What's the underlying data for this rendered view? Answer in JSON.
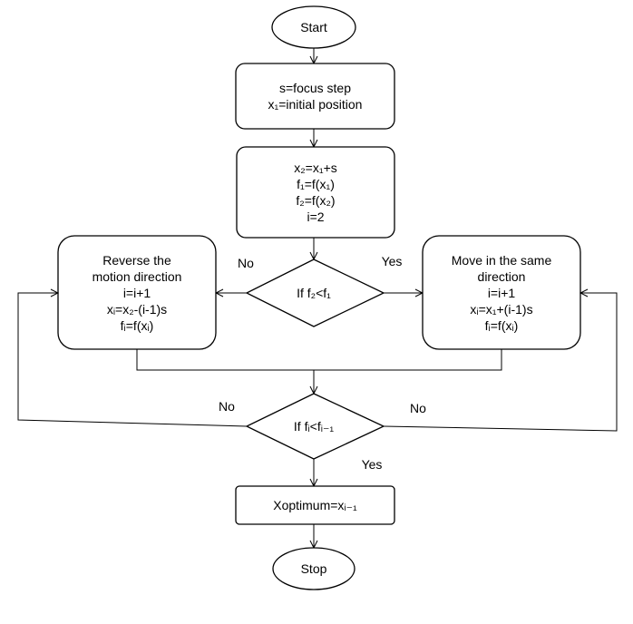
{
  "colors": {
    "stroke": "#000000",
    "fill": "#ffffff",
    "text": "#000000"
  },
  "nodes": {
    "start": {
      "label": "Start"
    },
    "init": {
      "lines": [
        "s=focus step",
        "x₁=initial position"
      ]
    },
    "compute": {
      "lines": [
        "x₂=x₁+s",
        "f₁=f(x₁)",
        "f₂=f(x₂)",
        "i=2"
      ]
    },
    "decision1": {
      "label": "If f₂<f₁"
    },
    "reverse": {
      "lines": [
        "Reverse the",
        "motion direction",
        "i=i+1",
        "xᵢ=x₂-(i-1)s",
        "fᵢ=f(xᵢ)"
      ]
    },
    "same": {
      "lines": [
        "Move in the same",
        "direction",
        "i=i+1",
        "xᵢ=x₁+(i-1)s",
        "fᵢ=f(xᵢ)"
      ]
    },
    "decision2": {
      "label": "If fᵢ<fᵢ₋₁"
    },
    "optimum": {
      "label": "Xoptimum=xᵢ₋₁"
    },
    "stop": {
      "label": "Stop"
    }
  },
  "edge_labels": {
    "d1_no": "No",
    "d1_yes": "Yes",
    "d2_no_left": "No",
    "d2_no_right": "No",
    "d2_yes": "Yes"
  }
}
